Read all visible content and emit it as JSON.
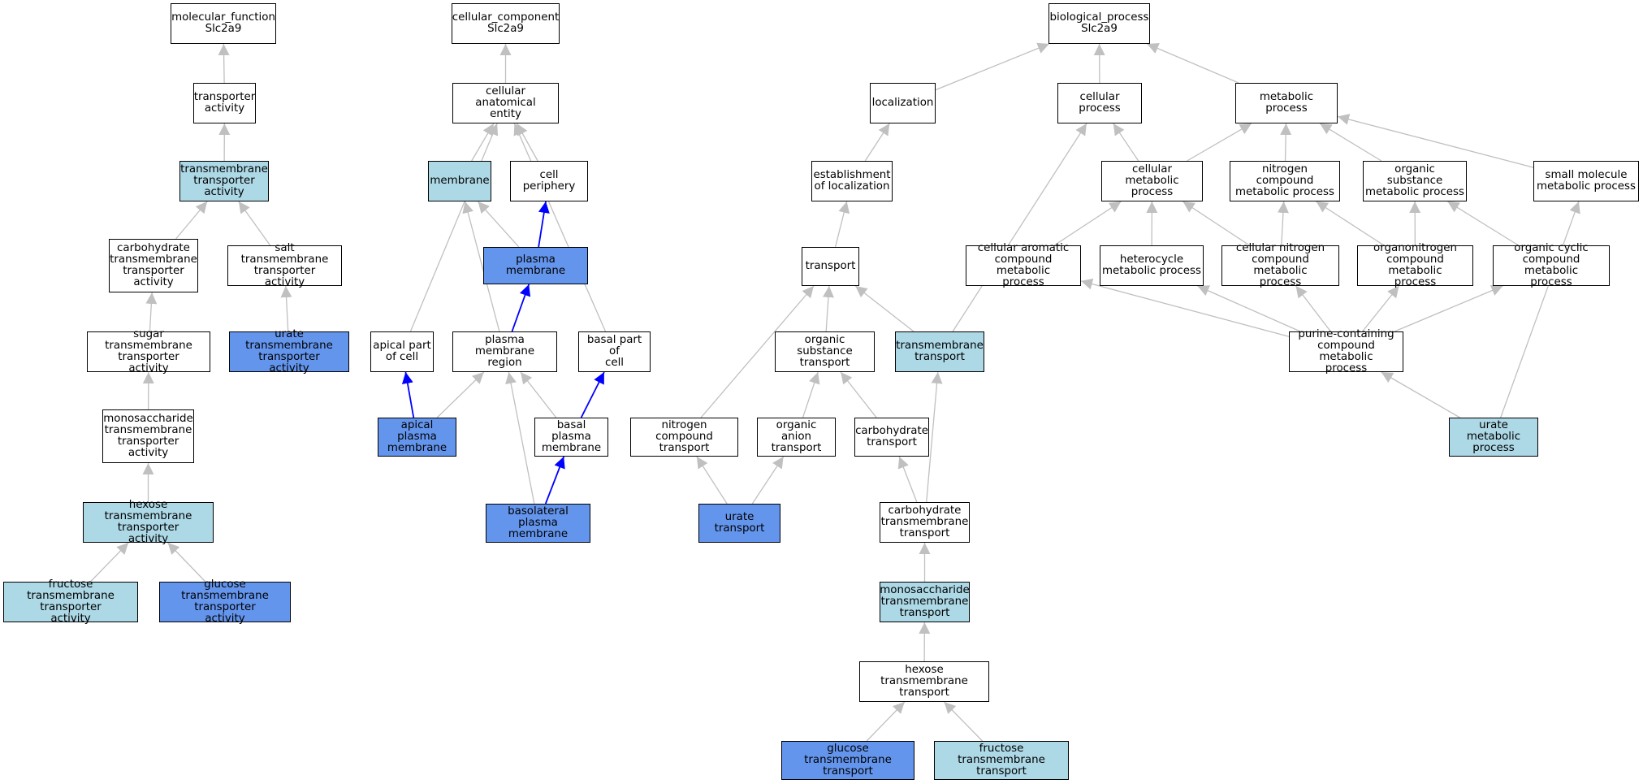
{
  "colors": {
    "edge_default": "#c0c0c0",
    "edge_highlight": "#0000ff",
    "fill_plain": "#ffffff",
    "fill_light": "#add8e6",
    "fill_dark": "#6495ed"
  },
  "nodes": [
    {
      "id": "mf",
      "label": "molecular_function\nSlc2a9",
      "fill": "plain"
    },
    {
      "id": "ta",
      "label": "transporter\nactivity",
      "fill": "plain"
    },
    {
      "id": "tta",
      "label": "transmembrane\ntransporter\nactivity",
      "fill": "light"
    },
    {
      "id": "ctta",
      "label": "carbohydrate\ntransmembrane\ntransporter\nactivity",
      "fill": "plain"
    },
    {
      "id": "stta",
      "label": "salt transmembrane\ntransporter\nactivity",
      "fill": "plain"
    },
    {
      "id": "sugta",
      "label": "sugar transmembrane\ntransporter\nactivity",
      "fill": "plain"
    },
    {
      "id": "utta",
      "label": "urate transmembrane\ntransporter\nactivity",
      "fill": "dark"
    },
    {
      "id": "mtta",
      "label": "monosaccharide\ntransmembrane\ntransporter\nactivity",
      "fill": "plain"
    },
    {
      "id": "htta",
      "label": "hexose transmembrane\ntransporter\nactivity",
      "fill": "light"
    },
    {
      "id": "ftta",
      "label": "fructose transmembrane\ntransporter\nactivity",
      "fill": "light"
    },
    {
      "id": "gtta",
      "label": "glucose transmembrane\ntransporter\nactivity",
      "fill": "dark"
    },
    {
      "id": "cc",
      "label": "cellular_component\nSlc2a9",
      "fill": "plain"
    },
    {
      "id": "cae",
      "label": "cellular anatomical\nentity",
      "fill": "plain"
    },
    {
      "id": "mem",
      "label": "membrane",
      "fill": "light"
    },
    {
      "id": "cp",
      "label": "cell periphery",
      "fill": "plain"
    },
    {
      "id": "pm",
      "label": "plasma membrane",
      "fill": "dark"
    },
    {
      "id": "apc",
      "label": "apical part\nof cell",
      "fill": "plain"
    },
    {
      "id": "pmr",
      "label": "plasma membrane\nregion",
      "fill": "plain"
    },
    {
      "id": "bpc",
      "label": "basal part of\ncell",
      "fill": "plain"
    },
    {
      "id": "apm",
      "label": "apical plasma\nmembrane",
      "fill": "dark"
    },
    {
      "id": "bpm",
      "label": "basal plasma\nmembrane",
      "fill": "plain"
    },
    {
      "id": "blpm",
      "label": "basolateral\nplasma membrane",
      "fill": "dark"
    },
    {
      "id": "bp",
      "label": "biological_process\nSlc2a9",
      "fill": "plain"
    },
    {
      "id": "loc",
      "label": "localization",
      "fill": "plain"
    },
    {
      "id": "celp",
      "label": "cellular process",
      "fill": "plain"
    },
    {
      "id": "metp",
      "label": "metabolic process",
      "fill": "plain"
    },
    {
      "id": "eloc",
      "label": "establishment\nof localization",
      "fill": "plain"
    },
    {
      "id": "cmp",
      "label": "cellular metabolic\nprocess",
      "fill": "plain"
    },
    {
      "id": "ncmp",
      "label": "nitrogen compound\nmetabolic process",
      "fill": "plain"
    },
    {
      "id": "osmp",
      "label": "organic substance\nmetabolic process",
      "fill": "plain"
    },
    {
      "id": "smmp",
      "label": "small molecule\nmetabolic process",
      "fill": "plain"
    },
    {
      "id": "tr",
      "label": "transport",
      "fill": "plain"
    },
    {
      "id": "cacmp",
      "label": "cellular aromatic\ncompound metabolic\nprocess",
      "fill": "plain"
    },
    {
      "id": "hmp",
      "label": "heterocycle\nmetabolic process",
      "fill": "plain"
    },
    {
      "id": "cncmp",
      "label": "cellular nitrogen\ncompound metabolic\nprocess",
      "fill": "plain"
    },
    {
      "id": "oncmp",
      "label": "organonitrogen\ncompound metabolic\nprocess",
      "fill": "plain"
    },
    {
      "id": "occmp",
      "label": "organic cyclic\ncompound metabolic\nprocess",
      "fill": "plain"
    },
    {
      "id": "ost",
      "label": "organic substance\ntransport",
      "fill": "plain"
    },
    {
      "id": "tmt",
      "label": "transmembrane\ntransport",
      "fill": "light"
    },
    {
      "id": "pccmp",
      "label": "purine-containing\ncompound metabolic\nprocess",
      "fill": "plain"
    },
    {
      "id": "nct",
      "label": "nitrogen compound\ntransport",
      "fill": "plain"
    },
    {
      "id": "oat",
      "label": "organic anion\ntransport",
      "fill": "plain"
    },
    {
      "id": "ct",
      "label": "carbohydrate\ntransport",
      "fill": "plain"
    },
    {
      "id": "ump",
      "label": "urate metabolic\nprocess",
      "fill": "light"
    },
    {
      "id": "ut",
      "label": "urate transport",
      "fill": "dark"
    },
    {
      "id": "ctt",
      "label": "carbohydrate\ntransmembrane\ntransport",
      "fill": "plain"
    },
    {
      "id": "mtt",
      "label": "monosaccharide\ntransmembrane\ntransport",
      "fill": "light"
    },
    {
      "id": "htt",
      "label": "hexose transmembrane\ntransport",
      "fill": "plain"
    },
    {
      "id": "gtt",
      "label": "glucose transmembrane\ntransport",
      "fill": "dark"
    },
    {
      "id": "ftt",
      "label": "fructose transmembrane\ntransport",
      "fill": "light"
    }
  ],
  "edges": [
    {
      "from": "ta",
      "to": "mf",
      "style": "default"
    },
    {
      "from": "tta",
      "to": "ta",
      "style": "default"
    },
    {
      "from": "ctta",
      "to": "tta",
      "style": "default"
    },
    {
      "from": "stta",
      "to": "tta",
      "style": "default"
    },
    {
      "from": "sugta",
      "to": "ctta",
      "style": "default"
    },
    {
      "from": "utta",
      "to": "stta",
      "style": "default"
    },
    {
      "from": "mtta",
      "to": "sugta",
      "style": "default"
    },
    {
      "from": "htta",
      "to": "mtta",
      "style": "default"
    },
    {
      "from": "ftta",
      "to": "htta",
      "style": "default"
    },
    {
      "from": "gtta",
      "to": "htta",
      "style": "default"
    },
    {
      "from": "cae",
      "to": "cc",
      "style": "default"
    },
    {
      "from": "mem",
      "to": "cae",
      "style": "default"
    },
    {
      "from": "cp",
      "to": "cae",
      "style": "default"
    },
    {
      "from": "apc",
      "to": "cae",
      "style": "default"
    },
    {
      "from": "bpc",
      "to": "cae",
      "style": "default"
    },
    {
      "from": "pm",
      "to": "mem",
      "style": "default"
    },
    {
      "from": "pm",
      "to": "cp",
      "style": "highlight"
    },
    {
      "from": "pmr",
      "to": "pm",
      "style": "highlight"
    },
    {
      "from": "pmr",
      "to": "mem",
      "style": "default"
    },
    {
      "from": "apm",
      "to": "apc",
      "style": "highlight"
    },
    {
      "from": "apm",
      "to": "pmr",
      "style": "default"
    },
    {
      "from": "bpm",
      "to": "pmr",
      "style": "default"
    },
    {
      "from": "bpm",
      "to": "bpc",
      "style": "highlight"
    },
    {
      "from": "blpm",
      "to": "bpm",
      "style": "highlight"
    },
    {
      "from": "blpm",
      "to": "pmr",
      "style": "default"
    },
    {
      "from": "loc",
      "to": "bp",
      "style": "default"
    },
    {
      "from": "celp",
      "to": "bp",
      "style": "default"
    },
    {
      "from": "metp",
      "to": "bp",
      "style": "default"
    },
    {
      "from": "eloc",
      "to": "loc",
      "style": "default"
    },
    {
      "from": "tr",
      "to": "eloc",
      "style": "default"
    },
    {
      "from": "cmp",
      "to": "celp",
      "style": "default"
    },
    {
      "from": "cmp",
      "to": "metp",
      "style": "default"
    },
    {
      "from": "ncmp",
      "to": "metp",
      "style": "default"
    },
    {
      "from": "osmp",
      "to": "metp",
      "style": "default"
    },
    {
      "from": "smmp",
      "to": "metp",
      "style": "default"
    },
    {
      "from": "tmt",
      "to": "celp",
      "style": "default"
    },
    {
      "from": "tmt",
      "to": "tr",
      "style": "default"
    },
    {
      "from": "cacmp",
      "to": "cmp",
      "style": "default"
    },
    {
      "from": "hmp",
      "to": "cmp",
      "style": "default"
    },
    {
      "from": "cncmp",
      "to": "cmp",
      "style": "default"
    },
    {
      "from": "cncmp",
      "to": "ncmp",
      "style": "default"
    },
    {
      "from": "oncmp",
      "to": "ncmp",
      "style": "default"
    },
    {
      "from": "oncmp",
      "to": "osmp",
      "style": "default"
    },
    {
      "from": "occmp",
      "to": "osmp",
      "style": "default"
    },
    {
      "from": "pccmp",
      "to": "cacmp",
      "style": "default"
    },
    {
      "from": "pccmp",
      "to": "hmp",
      "style": "default"
    },
    {
      "from": "pccmp",
      "to": "cncmp",
      "style": "default"
    },
    {
      "from": "pccmp",
      "to": "oncmp",
      "style": "default"
    },
    {
      "from": "pccmp",
      "to": "occmp",
      "style": "default"
    },
    {
      "from": "ump",
      "to": "pccmp",
      "style": "default"
    },
    {
      "from": "ump",
      "to": "smmp",
      "style": "default"
    },
    {
      "from": "ost",
      "to": "tr",
      "style": "default"
    },
    {
      "from": "nct",
      "to": "tr",
      "style": "default"
    },
    {
      "from": "oat",
      "to": "ost",
      "style": "default"
    },
    {
      "from": "ct",
      "to": "ost",
      "style": "default"
    },
    {
      "from": "ut",
      "to": "nct",
      "style": "default"
    },
    {
      "from": "ut",
      "to": "oat",
      "style": "default"
    },
    {
      "from": "ctt",
      "to": "ct",
      "style": "default"
    },
    {
      "from": "ctt",
      "to": "tmt",
      "style": "default"
    },
    {
      "from": "mtt",
      "to": "ctt",
      "style": "default"
    },
    {
      "from": "htt",
      "to": "mtt",
      "style": "default"
    },
    {
      "from": "gtt",
      "to": "htt",
      "style": "default"
    },
    {
      "from": "ftt",
      "to": "htt",
      "style": "default"
    }
  ]
}
